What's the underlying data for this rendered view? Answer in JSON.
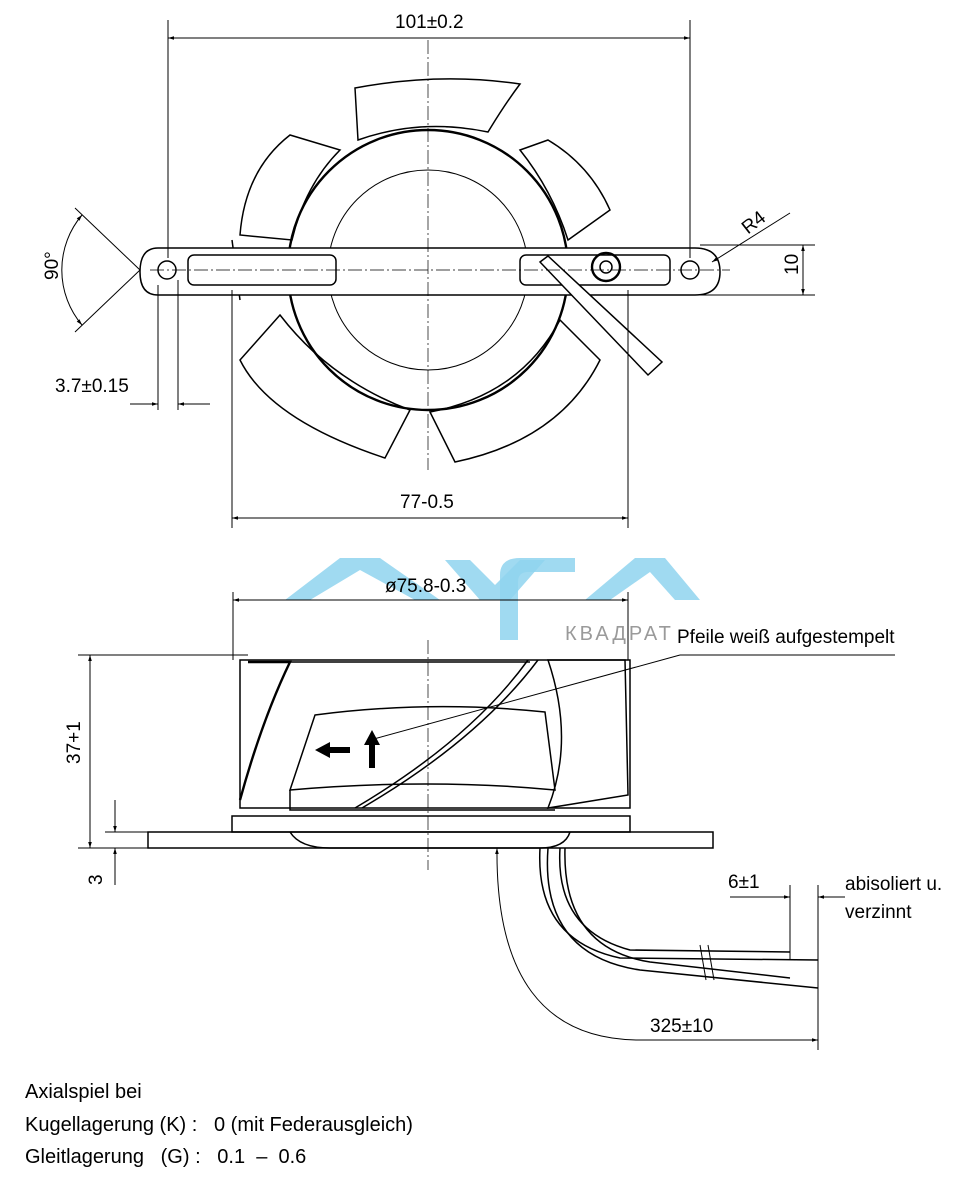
{
  "watermark": {
    "logo_text": "AYFA",
    "subtitle": "КВАДРАТ",
    "color": "#8fd3ee"
  },
  "top_view": {
    "dim_width": "101±0.2",
    "dim_radius": "R4",
    "dim_height": "10",
    "dim_angle": "90°",
    "dim_hole_offset": "3.7±0.15",
    "dim_span": "77-0.5"
  },
  "side_view": {
    "dim_diameter": "ø75.8-0.3",
    "arrow_note": "Pfeile weiß aufgestempelt",
    "dim_height": "37+1",
    "dim_plate": "3",
    "dim_strip": "6±1",
    "wire_note_line1": "abisoliert u.",
    "wire_note_line2": "verzinnt",
    "dim_wire_length": "325±10"
  },
  "notes": {
    "title": "Axialspiel bei",
    "line1": "Kugellagerung (K) :   0 (mit Federausgleich)",
    "line2": "Gleitlagerung   (G) :   0.1  –  0.6"
  }
}
